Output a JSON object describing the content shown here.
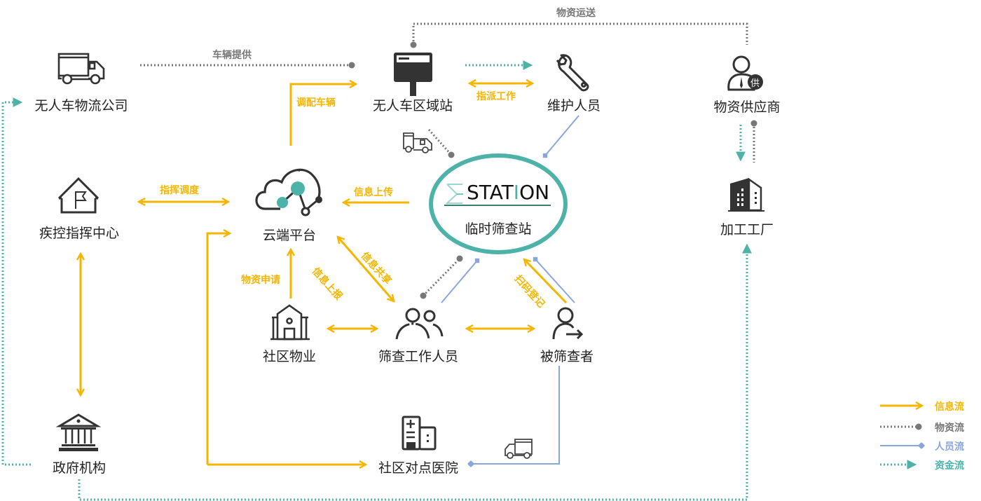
{
  "colors": {
    "info_flow": "#f6b600",
    "material_flow": "#777777",
    "people_flow": "#8aa6dc",
    "fund_flow": "#4db3a9",
    "station_ring": "#4db3a9",
    "icon": "#333333"
  },
  "nodes": {
    "logistics_company": {
      "label": "无人车物流公司",
      "icon": "truck-icon"
    },
    "regional_station": {
      "label": "无人车区域站",
      "icon": "signpost-terminal-icon"
    },
    "maintenance": {
      "label": "维护人员",
      "icon": "wrench-icon"
    },
    "supplier": {
      "label": "物资供应商",
      "icon": "supplier-person-icon",
      "badge": "供"
    },
    "factory": {
      "label": "加工工厂",
      "icon": "building-icon"
    },
    "cdc_center": {
      "label": "疾控指挥中心",
      "icon": "house-flag-icon"
    },
    "cloud": {
      "label": "云端平台",
      "icon": "cloud-network-icon"
    },
    "station": {
      "logo": "STATION",
      "logo_prefix": "Σ",
      "label": "临时筛查站"
    },
    "property": {
      "label": "社区物业",
      "icon": "community-building-icon"
    },
    "workers": {
      "label": "筛查工作人员",
      "icon": "people-icon"
    },
    "screened": {
      "label": "被筛查者",
      "icon": "person-exit-icon"
    },
    "government": {
      "label": "政府机构",
      "icon": "government-icon"
    },
    "hospital": {
      "label": "社区对点医院",
      "icon": "hospital-icon"
    }
  },
  "flows": {
    "material_delivery": "物资运送",
    "vehicle_supply": "车辆提供",
    "dispatch_vehicle": "调配车辆",
    "assign_work": "指派工作",
    "command_dispatch": "指挥调度",
    "info_upload": "信息上传",
    "info_report": "信息上报",
    "info_share": "信息共享",
    "material_request": "物资申请",
    "scan_register": "扫码登记"
  },
  "legend": [
    {
      "label": "信息流",
      "type": "info"
    },
    {
      "label": "物资流",
      "type": "material"
    },
    {
      "label": "人员流",
      "type": "people"
    },
    {
      "label": "资金流",
      "type": "fund"
    }
  ]
}
